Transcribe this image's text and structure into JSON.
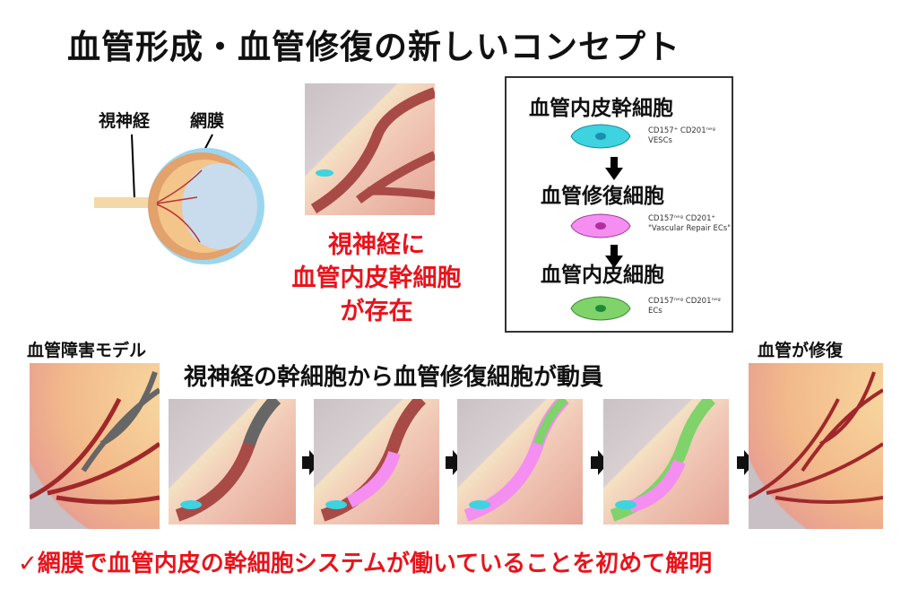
{
  "title": "血管形成・血管修復の新しいコンセプト",
  "eye": {
    "label_optic_nerve": "視神経",
    "label_retina": "網膜"
  },
  "callout": {
    "line1": "視神経に",
    "line2": "血管内皮幹細胞",
    "line3": "が存在"
  },
  "lineage": {
    "stages": [
      {
        "name": "血管内皮幹細胞",
        "marker": "CD157⁺ CD201ⁿᵉᵍ",
        "type": "VESCs",
        "color": "#3dd3e0"
      },
      {
        "name": "血管修復細胞",
        "marker": "CD157ⁿᵉᵍ CD201⁺",
        "type": "\"Vascular Repair ECs\"",
        "color": "#f48ef0"
      },
      {
        "name": "血管内皮細胞",
        "marker": "CD157ⁿᵉᵍ CD201ⁿᵉᵍ",
        "type": "ECs",
        "color": "#7fd36a"
      }
    ]
  },
  "bottom_row": {
    "left_label": "血管障害モデル",
    "headline": "視神経の幹細胞から血管修復細胞が動員",
    "right_label": "血管が修復"
  },
  "conclusion": "✓網膜で血管内皮の幹細胞システムが働いていることを初めて解明"
}
